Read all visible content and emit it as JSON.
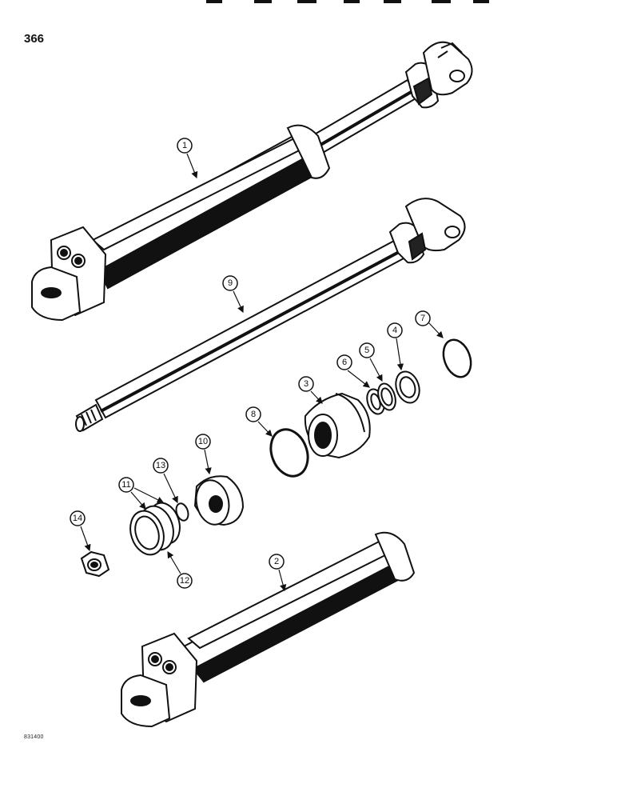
{
  "page_number": "366",
  "figure_code": "831400",
  "colors": {
    "ink": "#111111",
    "paper": "#ffffff",
    "shade": "#1a1a1a"
  },
  "callouts": [
    "1",
    "2",
    "3",
    "4",
    "5",
    "6",
    "7",
    "8",
    "9",
    "10",
    "11",
    "12",
    "13",
    "14"
  ]
}
